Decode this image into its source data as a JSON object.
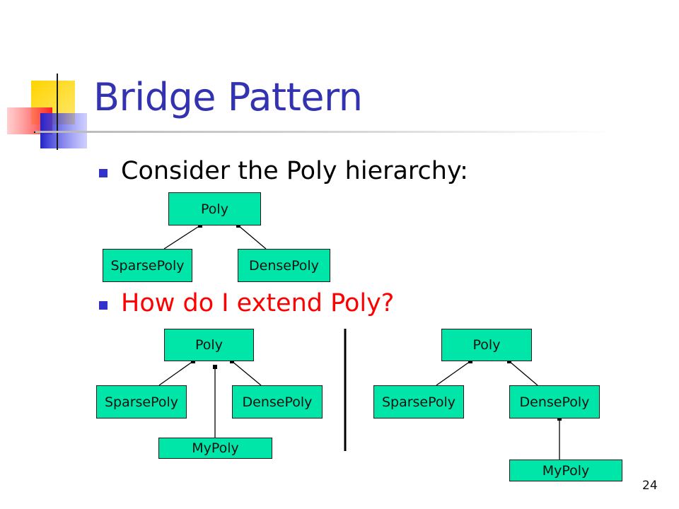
{
  "slide": {
    "title": "Bridge Pattern",
    "page_number": "24"
  },
  "bullets": [
    {
      "text": "Consider the Poly hierarchy:",
      "color": "#000000"
    },
    {
      "text": "How do I extend Poly?",
      "color": "#ff0000"
    }
  ],
  "diagrams": {
    "top": {
      "parent": "Poly",
      "children": [
        "SparsePoly",
        "DensePoly"
      ]
    },
    "left": {
      "parent": "Poly",
      "children": [
        "SparsePoly",
        "DensePoly"
      ],
      "extension": "MyPoly"
    },
    "right": {
      "parent": "Poly",
      "children": [
        "SparsePoly",
        "DensePoly"
      ],
      "extension": "MyPoly"
    }
  },
  "colors": {
    "title": "#3333b2",
    "node_fill": "#00e5a8",
    "bullet": "#3333cc"
  }
}
